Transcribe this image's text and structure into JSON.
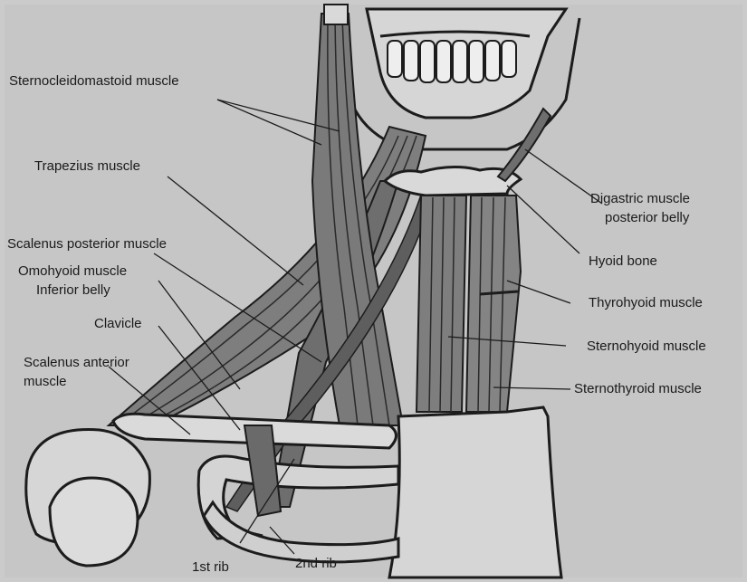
{
  "labels": {
    "sternocleidomastoid": "Sternocleidomastoid muscle",
    "trapezius": "Trapezius muscle",
    "scalenus_posterior": "Scalenus posterior muscle",
    "omohyoid_line1": "Omohyoid muscle",
    "omohyoid_line2": "Inferior belly",
    "clavicle": "Clavicle",
    "scalenus_anterior_line1": "Scalenus anterior",
    "scalenus_anterior_line2": "muscle",
    "digastric_line1": "Digastric muscle",
    "digastric_line2": "posterior belly",
    "hyoid": "Hyoid bone",
    "thyrohyoid": "Thyrohyoid muscle",
    "sternohyoid": "Sternohyoid muscle",
    "sternothyroid": "Sternothyroid muscle",
    "first_rib": "1st rib",
    "second_rib": "2nd rib"
  },
  "colors": {
    "background": "#cfcfcf",
    "paper": "#c4c4c4",
    "muscle": "#7e7e7e",
    "muscle_dark": "#5e5e5e",
    "bone": "#d9d9d9",
    "outline": "#1c1c1c"
  }
}
